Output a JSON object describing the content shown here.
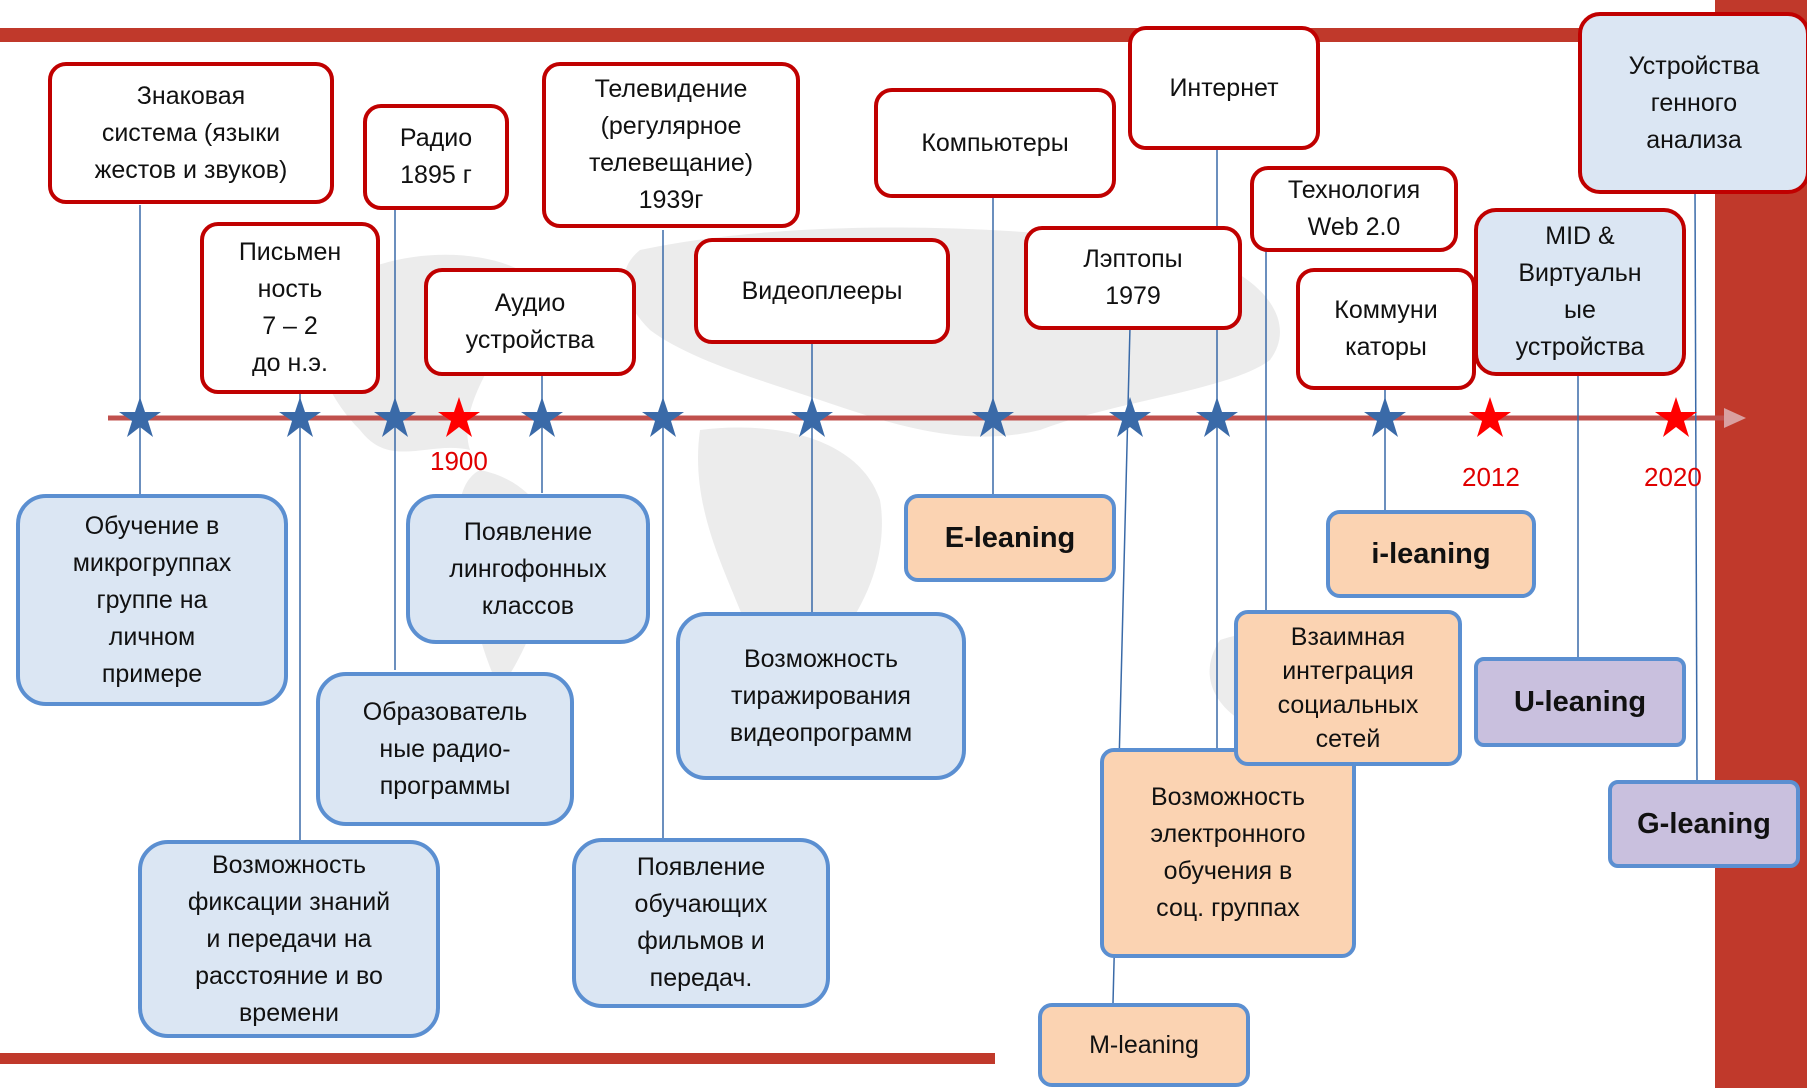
{
  "colors": {
    "frame_red": "#c00000",
    "axis": "#c0504d",
    "star_blue": "#3a6aa8",
    "star_red": "#ff0000",
    "year_text": "#e00000"
  },
  "top_boxes": [
    {
      "id": "sign-system",
      "text": "Знаковая\nсистема (языки\nжестов и звуков)"
    },
    {
      "id": "writing",
      "text": "Письмен\nность\n7 – 2\nдо н.э."
    },
    {
      "id": "radio",
      "text": "Радио\n1895 г"
    },
    {
      "id": "audio",
      "text": "Аудио\nустройства"
    },
    {
      "id": "television",
      "text": "Телевидение\n(регулярное\nтелевещание)\n1939г"
    },
    {
      "id": "video-players",
      "text": "Видеоплееры"
    },
    {
      "id": "computers",
      "text": "Компьютеры"
    },
    {
      "id": "laptops",
      "text": "Лэптопы\n1979"
    },
    {
      "id": "internet",
      "text": "Интернет"
    },
    {
      "id": "web20",
      "text": "Технология\nWeb 2.0"
    },
    {
      "id": "communicators",
      "text": "Коммуни\nкаторы"
    },
    {
      "id": "mid",
      "text": "MID &\nВиртуальн\nые\nустройства"
    },
    {
      "id": "gene",
      "text": "Устройства\nгенного\nанализа"
    }
  ],
  "bottom_boxes": [
    {
      "id": "micro-groups",
      "text": "Обучение в\nмикрогруппах\nгруппе на\nличном\nпримере"
    },
    {
      "id": "knowledge-fixation",
      "text": "Возможность\nфиксации знаний\nи передачи на\nрасстояние и во\nвремени"
    },
    {
      "id": "radio-programs",
      "text": "Образователь\nные радио-\nпрограммы"
    },
    {
      "id": "lingaphone",
      "text": "Появление\nлингофонных\nклассов"
    },
    {
      "id": "films",
      "text": "Появление\nобучающих\nфильмов и\nпередач."
    },
    {
      "id": "video-replication",
      "text": "Возможность\nтиражирования\nвидеопрограмм"
    },
    {
      "id": "e-leaning",
      "text": "E-leaning"
    },
    {
      "id": "m-leaning",
      "text": "M-leaning"
    },
    {
      "id": "social-groups",
      "text": "Возможность\nэлектронного\nобучения в\nсоц. группах"
    },
    {
      "id": "social-integration",
      "text": "Взаимная\nинтеграция\nсоциальных\nсетей"
    },
    {
      "id": "i-leaning",
      "text": "i-leaning"
    },
    {
      "id": "u-leaning",
      "text": "U-leaning"
    },
    {
      "id": "g-leaning",
      "text": "G-leaning"
    }
  ],
  "years": [
    {
      "id": "y1900",
      "text": "1900"
    },
    {
      "id": "y2012",
      "text": "2012"
    },
    {
      "id": "y2020",
      "text": "2020"
    }
  ]
}
